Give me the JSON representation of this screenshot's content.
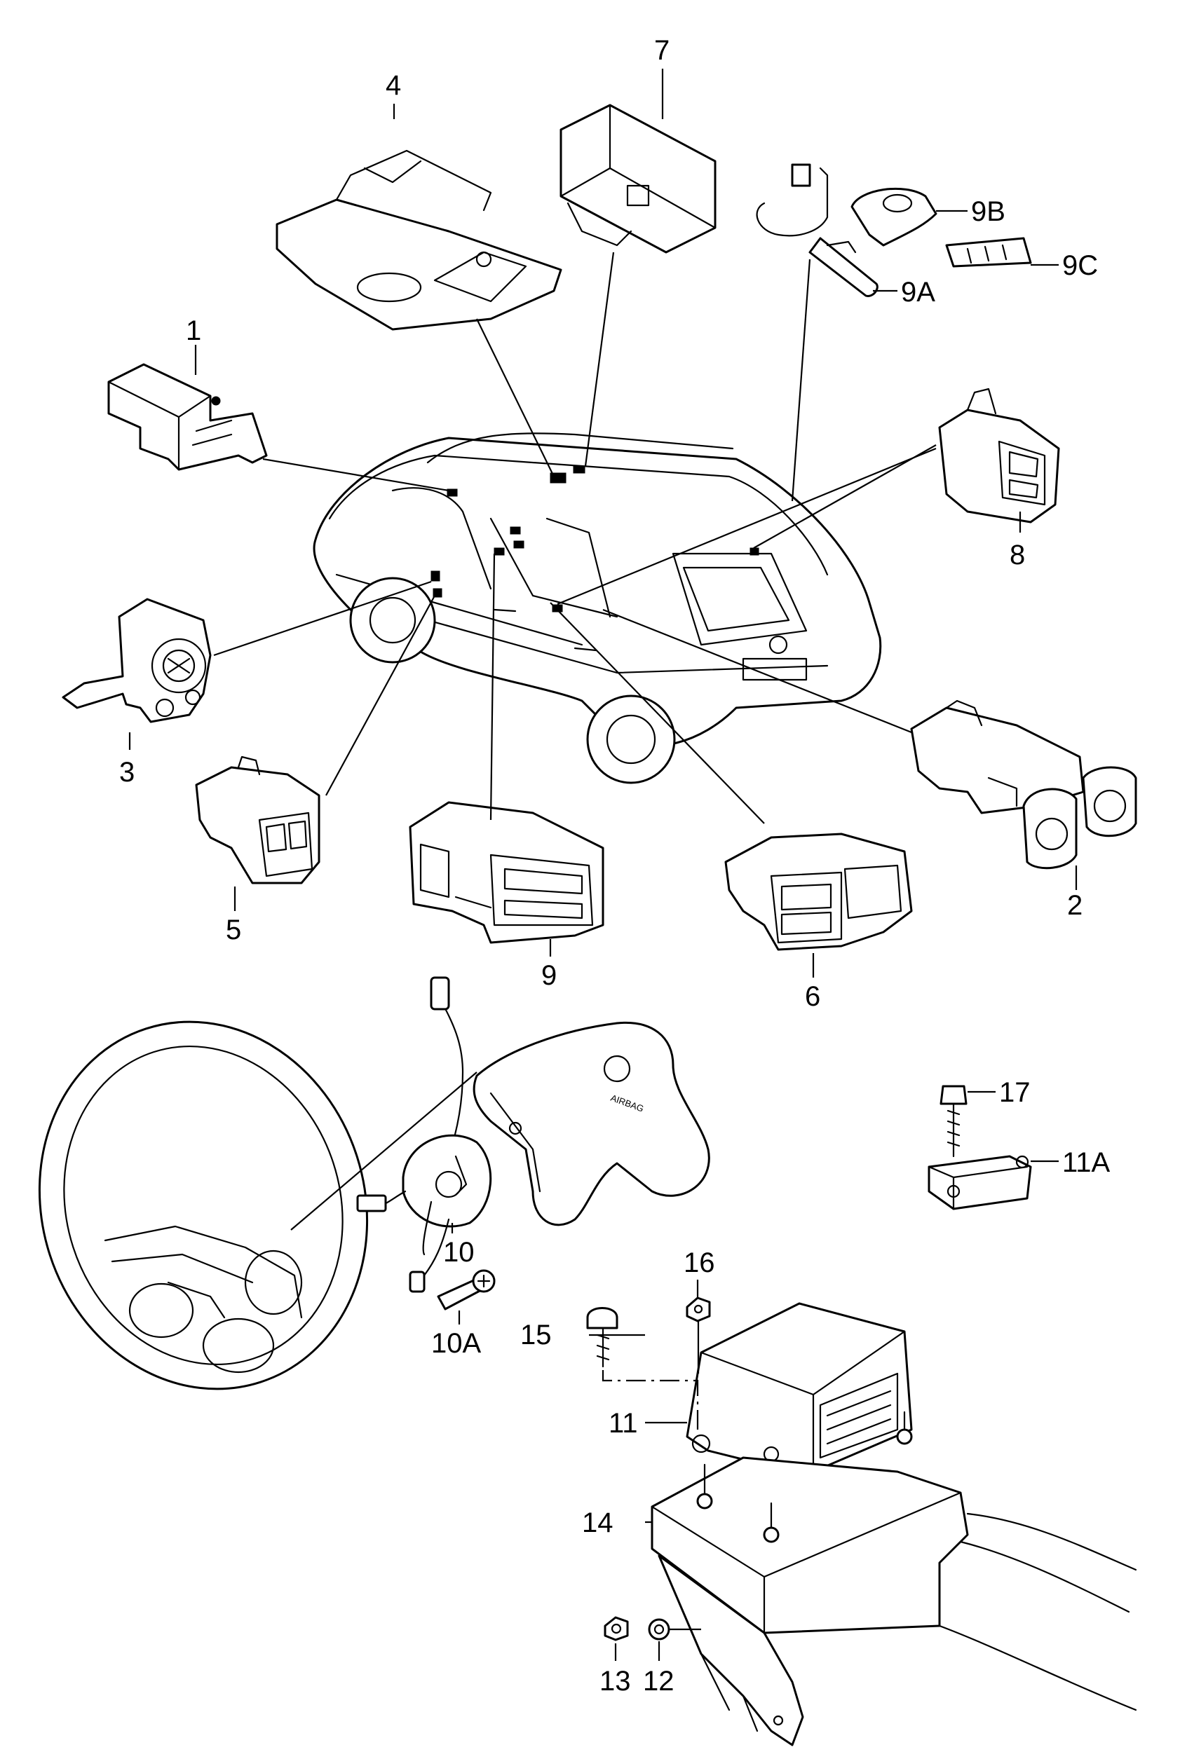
{
  "diagram": {
    "callouts": {
      "c1": "1",
      "c2": "2",
      "c3": "3",
      "c4": "4",
      "c5": "5",
      "c6": "6",
      "c7": "7",
      "c8": "8",
      "c9": "9",
      "c9A": "9A",
      "c9B": "9B",
      "c9C": "9C",
      "c10": "10",
      "c10A": "10A",
      "c11": "11",
      "c11A": "11A",
      "c12": "12",
      "c13": "13",
      "c14": "14",
      "c15": "15",
      "c16": "16",
      "c17": "17"
    },
    "airbag_emblem_text": "AIRBAG",
    "colors": {
      "ink": "#000000",
      "paper": "#ffffff"
    }
  }
}
